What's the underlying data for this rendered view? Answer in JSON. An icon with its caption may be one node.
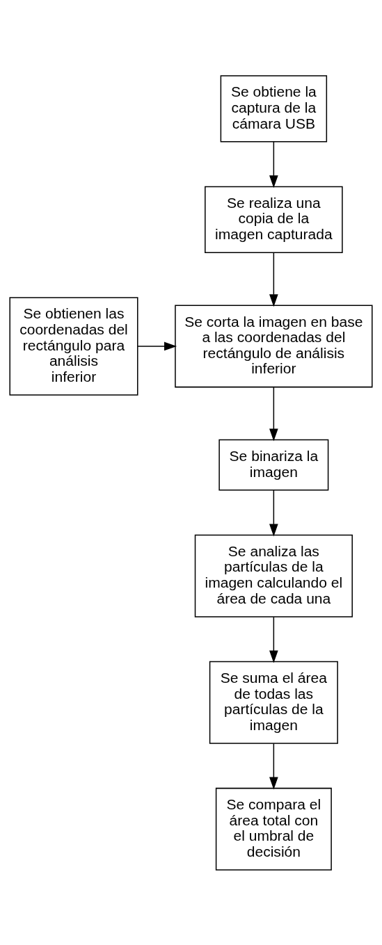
{
  "diagram": {
    "nodes": [
      {
        "text": [
          "Se obtiene la captura de la cámara USB"
        ]
      },
      {
        "text": [
          "Se realiza una copia de la imagen capturada"
        ]
      },
      {
        "text": [
          "Se obtienen las coordenadas del rectángulo para análisis inferior"
        ]
      },
      {
        "text": [
          "Se corta la imagen en base a las coordenadas del rectángulo de análisis inferior"
        ]
      },
      {
        "text": [
          "Se binariza la imagen"
        ]
      },
      {
        "text": [
          "Se analiza las partículas de la imagen calculando el área de cada una"
        ]
      },
      {
        "text": [
          "Se suma el área de todas las partículas de la imagen"
        ]
      },
      {
        "text": [
          "Se compara el área total con el umbral de decisión"
        ]
      }
    ],
    "edges": [
      {
        "from": 0,
        "to": 1,
        "arrow": "to"
      },
      {
        "from": 1,
        "to": 3,
        "arrow": "to"
      },
      {
        "from": 2,
        "to": 3,
        "arrow": "to"
      },
      {
        "from": 3,
        "to": 4,
        "arrow": "to"
      },
      {
        "from": 4,
        "to": 5,
        "arrow": "to"
      },
      {
        "from": 5,
        "to": 6,
        "arrow": "to"
      },
      {
        "from": 6,
        "to": 7,
        "arrow": "to"
      }
    ]
  }
}
